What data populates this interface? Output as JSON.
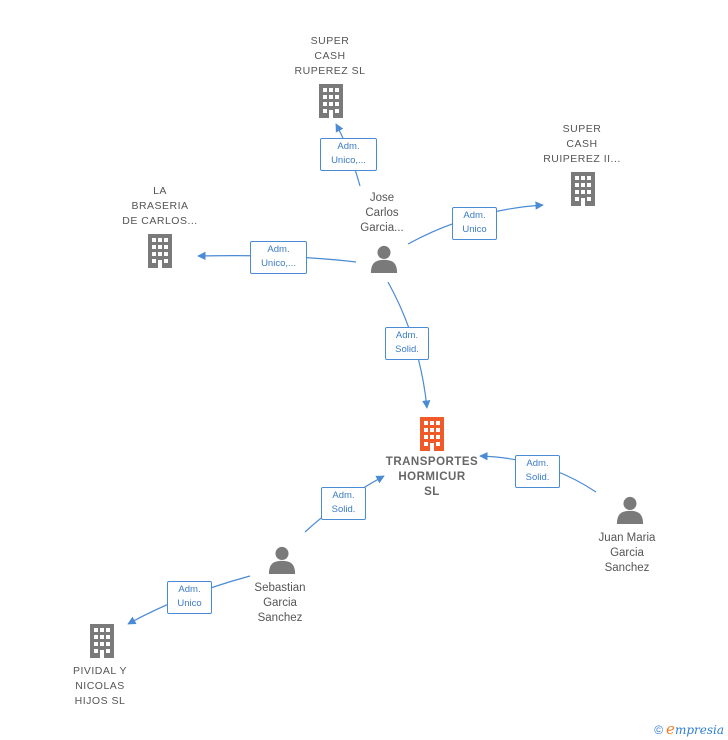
{
  "colors": {
    "edge": "#4a8bd4",
    "company_icon": "#7a7a7a",
    "main_company_icon": "#f05a28",
    "person_icon": "#7a7a7a"
  },
  "nodes": {
    "super_cash_ruperez": {
      "label": "SUPER\nCASH\nRUPEREZ  SL",
      "icon": "building-icon"
    },
    "super_cash_ruiperez_ii": {
      "label": "SUPER\nCASH\nRUIPEREZ II...",
      "icon": "building-icon"
    },
    "la_braseria": {
      "label": "LA\nBRASERIA\nDE CARLOS...",
      "icon": "building-icon"
    },
    "jose_carlos": {
      "label": "Jose\nCarlos\nGarcia...",
      "icon": "person-icon"
    },
    "transportes": {
      "label": "TRANSPORTES\nHORMICUR\nSL",
      "icon": "building-icon"
    },
    "juan_maria": {
      "label": "Juan Maria\nGarcia\nSanchez",
      "icon": "person-icon"
    },
    "sebastian": {
      "label": "Sebastian\nGarcia\nSanchez",
      "icon": "person-icon"
    },
    "pividal": {
      "label": "PIVIDAL Y\nNICOLAS\nHIJOS SL",
      "icon": "building-icon"
    }
  },
  "edges": [
    {
      "from": "jose_carlos",
      "to": "super_cash_ruperez",
      "label": "Adm.\nUnico,..."
    },
    {
      "from": "jose_carlos",
      "to": "super_cash_ruiperez_ii",
      "label": "Adm.\nUnico"
    },
    {
      "from": "jose_carlos",
      "to": "la_braseria",
      "label": "Adm.\nUnico,..."
    },
    {
      "from": "jose_carlos",
      "to": "transportes",
      "label": "Adm.\nSolid."
    },
    {
      "from": "juan_maria",
      "to": "transportes",
      "label": "Adm.\nSolid."
    },
    {
      "from": "sebastian",
      "to": "transportes",
      "label": "Adm.\nSolid."
    },
    {
      "from": "sebastian",
      "to": "pividal",
      "label": "Adm.\nUnico"
    }
  ],
  "footer": {
    "copyright": "©",
    "brand_first": "e",
    "brand_rest": "mpresia"
  }
}
